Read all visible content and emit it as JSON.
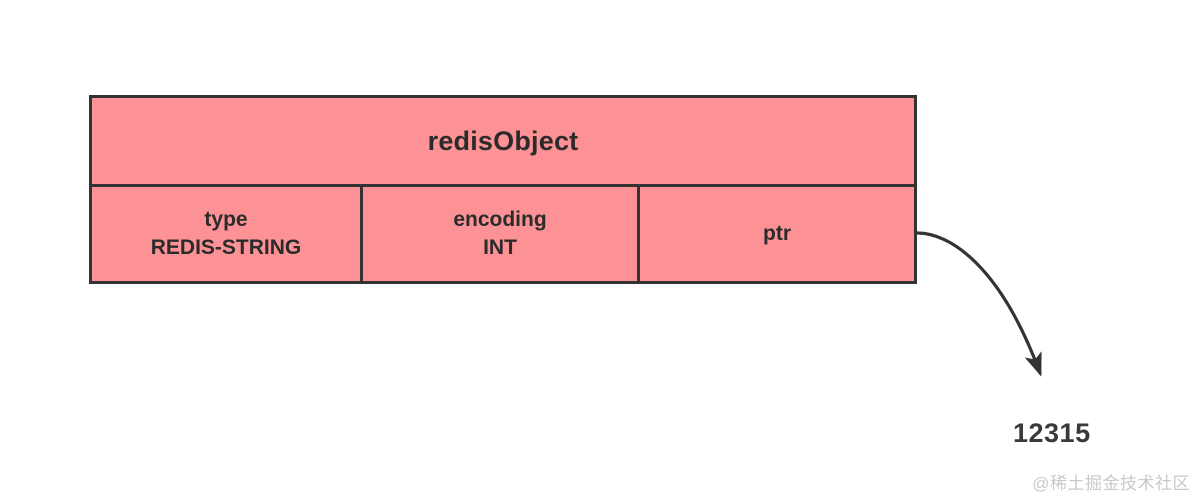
{
  "diagram": {
    "title": "redisObject",
    "fields": [
      {
        "name": "type",
        "value": "REDIS-STRING"
      },
      {
        "name": "encoding",
        "value": "INT"
      },
      {
        "name": "ptr",
        "value": ""
      }
    ],
    "pointer_target": "12315",
    "arrow": {
      "label": "",
      "from": "ptr",
      "to": "12315"
    }
  },
  "watermark": "@稀土掘金技术社区",
  "colors": {
    "box_fill": "#fc9295",
    "box_border": "#333333",
    "text": "#2b2b2b",
    "arrow": "#333333",
    "watermark": "#c9c9c9",
    "background": "#ffffff"
  }
}
